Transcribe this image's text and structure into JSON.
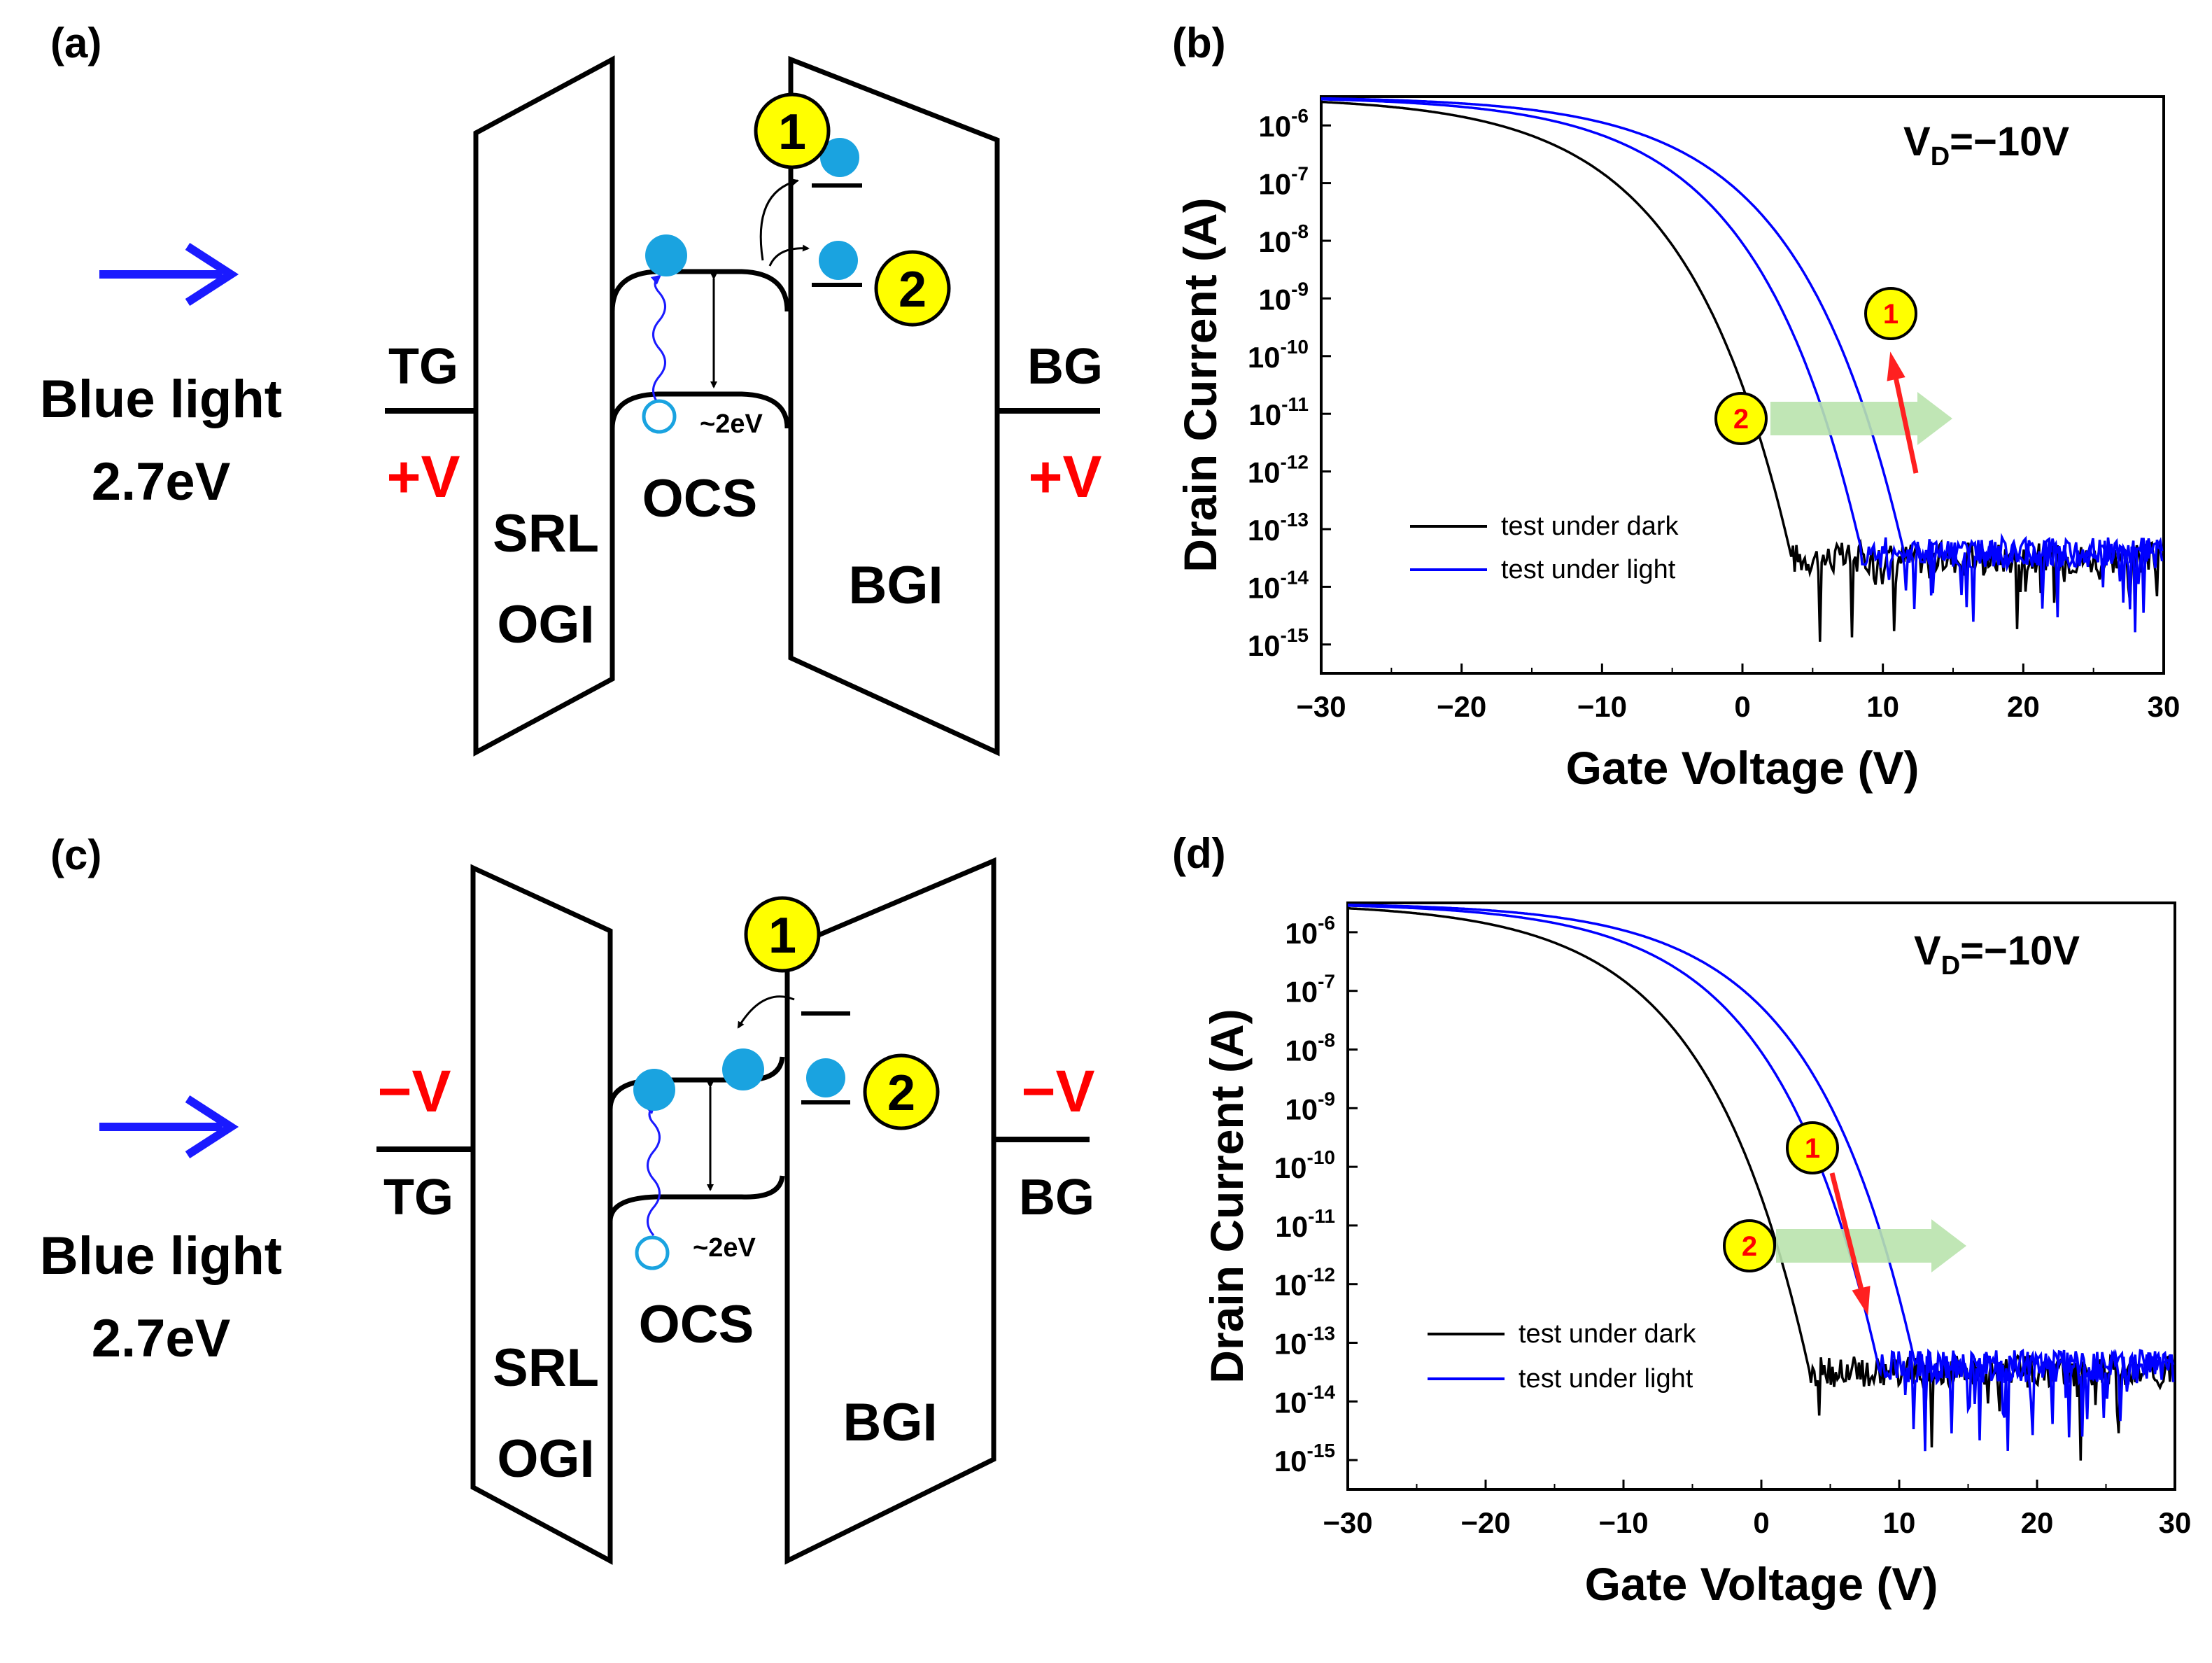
{
  "panels": {
    "a": {
      "tag": "(a)",
      "light_line1": "Blue light",
      "light_line2": "2.7eV",
      "tg": "TG",
      "bg": "BG",
      "tg_voltage": "+V",
      "bg_voltage": "+V",
      "srl": "SRL",
      "ogi": "OGI",
      "ocs": "OCS",
      "bgi": "BGI",
      "gap": "~2eV",
      "mark1": "1",
      "mark2": "2"
    },
    "c": {
      "tag": "(c)",
      "light_line1": "Blue light",
      "light_line2": "2.7eV",
      "tg": "TG",
      "bg": "BG",
      "tg_voltage": "−V",
      "bg_voltage": "−V",
      "srl": "SRL",
      "ogi": "OGI",
      "ocs": "OCS",
      "bgi": "BGI",
      "gap": "~2eV",
      "mark1": "1",
      "mark2": "2"
    },
    "b": {
      "tag": "(b)"
    },
    "d": {
      "tag": "(d)"
    }
  },
  "chart_data": [
    {
      "panel": "b",
      "type": "line",
      "xlabel": "Gate Voltage (V)",
      "ylabel": "Drain Current (A)",
      "annotation_main": "V",
      "annotation_sub": "D",
      "annotation_rest": "=−10V",
      "xlim": [
        -30,
        30
      ],
      "ylim_log10": [
        -15.5,
        -5.5
      ],
      "yscale": "log",
      "xticks": [
        -30,
        -20,
        -10,
        0,
        10,
        20,
        30
      ],
      "xtick_labels": [
        "−30",
        "−20",
        "−10",
        "0",
        "10",
        "20",
        "30"
      ],
      "yticks_exp": [
        -6,
        -7,
        -8,
        -9,
        -10,
        -11,
        -12,
        -13,
        -14,
        -15
      ],
      "ytick_base": "10",
      "legend": [
        "test under dark",
        "test under light"
      ],
      "legend_position": "bottom-left",
      "series": [
        {
          "name": "test under dark",
          "color": "#000000",
          "shape": "threshold",
          "vth": 3.5,
          "ion_log": -5.5,
          "floor_log": -13.5
        },
        {
          "name": "test under light",
          "color": "#0000ff",
          "shape": "threshold",
          "vth": 8.5,
          "ion_log": -5.5,
          "floor_log": -13.4
        },
        {
          "name": "test under light",
          "color": "#0000ff",
          "shape": "threshold",
          "vth": 11.5,
          "ion_log": -5.5,
          "floor_log": -13.4
        }
      ],
      "markers": [
        {
          "label": "1",
          "arrow": "red",
          "direction": "up"
        },
        {
          "label": "2",
          "arrow": "green",
          "direction": "right"
        }
      ]
    },
    {
      "panel": "d",
      "type": "line",
      "xlabel": "Gate Voltage (V)",
      "ylabel": "Drain Current (A)",
      "annotation_main": "V",
      "annotation_sub": "D",
      "annotation_rest": "=−10V",
      "xlim": [
        -30,
        30
      ],
      "ylim_log10": [
        -15.5,
        -5.5
      ],
      "yscale": "log",
      "xticks": [
        -30,
        -20,
        -10,
        0,
        10,
        20,
        30
      ],
      "xtick_labels": [
        "−30",
        "−20",
        "−10",
        "0",
        "10",
        "20",
        "30"
      ],
      "yticks_exp": [
        -6,
        -7,
        -8,
        -9,
        -10,
        -11,
        -12,
        -13,
        -14,
        -15
      ],
      "ytick_base": "10",
      "legend": [
        "test under dark",
        "test under light"
      ],
      "legend_position": "bottom-left",
      "series": [
        {
          "name": "test under dark",
          "color": "#000000",
          "shape": "threshold",
          "vth": 3.5,
          "ion_log": -5.5,
          "floor_log": -13.5
        },
        {
          "name": "test under light",
          "color": "#0000ff",
          "shape": "threshold",
          "vth": 8.5,
          "ion_log": -5.5,
          "floor_log": -13.4
        },
        {
          "name": "test under light",
          "color": "#0000ff",
          "shape": "threshold",
          "vth": 11.2,
          "ion_log": -5.5,
          "floor_log": -13.4
        }
      ],
      "markers": [
        {
          "label": "1",
          "arrow": "red",
          "direction": "down"
        },
        {
          "label": "2",
          "arrow": "green",
          "direction": "right"
        }
      ]
    }
  ]
}
